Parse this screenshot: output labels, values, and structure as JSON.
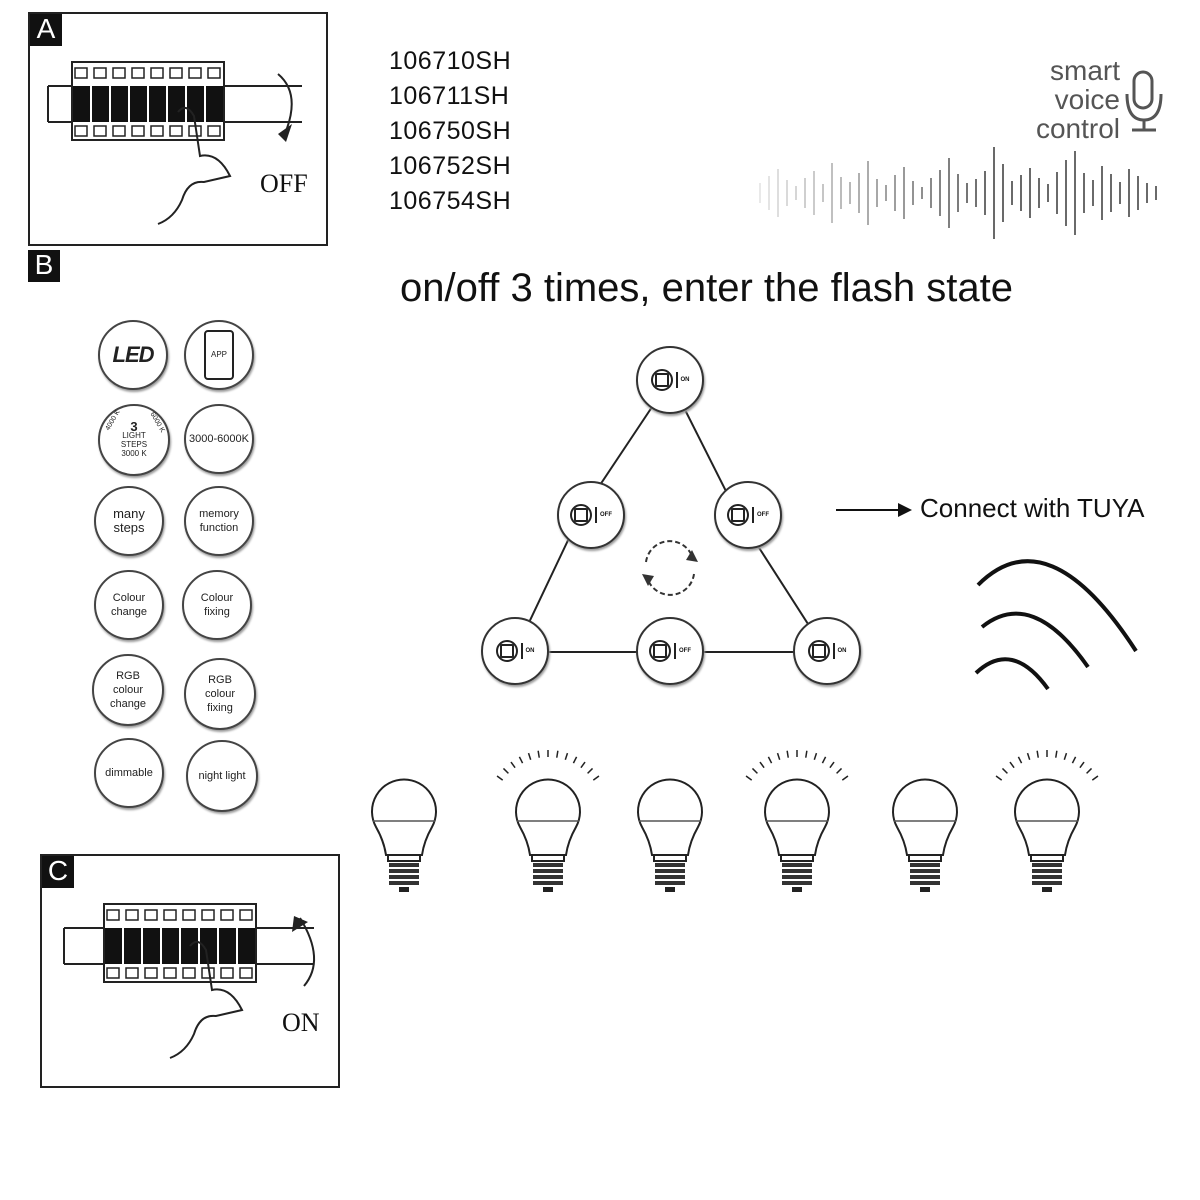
{
  "panels": {
    "a": {
      "tag": "A",
      "state": "OFF"
    },
    "b": {
      "tag": "B"
    },
    "c": {
      "tag": "C",
      "state": "ON"
    }
  },
  "models": [
    "106710SH",
    "106711SH",
    "106750SH",
    "106752SH",
    "106754SH"
  ],
  "voice": {
    "line1": "smart",
    "line2": "voice",
    "line3": "control",
    "icon": "microphone-icon"
  },
  "heading": "on/off 3 times, enter the flash state",
  "connect": {
    "label": "Connect with TUYA",
    "icon": "arrow-right-icon"
  },
  "switch_nodes": [
    {
      "state": "ON"
    },
    {
      "state": "OFF"
    },
    {
      "state": "OFF"
    },
    {
      "state": "ON"
    },
    {
      "state": "OFF"
    },
    {
      "state": "ON"
    }
  ],
  "features": {
    "led": "LED",
    "app": "APP",
    "steps": {
      "number": "3",
      "line1": "LIGHT",
      "line2": "STEPS",
      "k_low": "3000 K",
      "k_mid": "4000 K",
      "k_high": "6000 K"
    },
    "cct": "3000-6000K",
    "many_steps": {
      "line1": "many",
      "line2": "steps"
    },
    "memory": {
      "line1": "memory",
      "line2": "function"
    },
    "colour_change": {
      "line1": "Colour",
      "line2": "change"
    },
    "colour_fixing": {
      "line1": "Colour",
      "line2": "fixing"
    },
    "rgb_change": {
      "line1": "RGB",
      "line2": "colour",
      "line3": "change"
    },
    "rgb_fixing": {
      "line1": "RGB",
      "line2": "colour",
      "line3": "fixing"
    },
    "dimmable": "dimmable",
    "night_light": "night light"
  },
  "bulbs": [
    {
      "lit": false
    },
    {
      "lit": true
    },
    {
      "lit": false
    },
    {
      "lit": true
    },
    {
      "lit": false
    },
    {
      "lit": true
    }
  ]
}
